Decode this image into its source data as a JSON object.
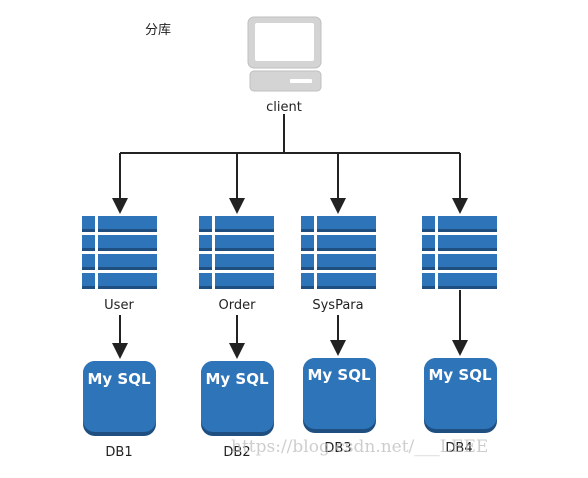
{
  "title": "分库",
  "client": {
    "label": "client"
  },
  "tables": [
    {
      "label": "User"
    },
    {
      "label": "Order"
    },
    {
      "label": "SysPara"
    },
    {
      "label": ""
    }
  ],
  "databases": [
    {
      "badge": "My SQL",
      "label": "DB1"
    },
    {
      "badge": "My SQL",
      "label": "DB2"
    },
    {
      "badge": "My SQL",
      "label": "DB3"
    },
    {
      "badge": "My SQL",
      "label": "DB4"
    }
  ],
  "watermark": "https://blog.csdn.net/___LEEE",
  "colors": {
    "accent": "#2e74b8",
    "accent_dark": "#1f4f80",
    "line": "#222222",
    "monitor": "#d8d8d8"
  }
}
